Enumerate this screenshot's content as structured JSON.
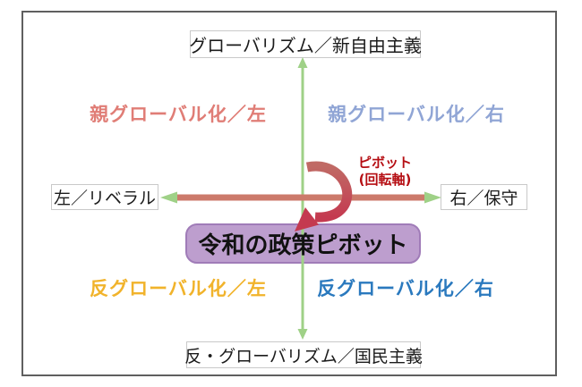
{
  "diagram": {
    "axis_labels": {
      "top": "グローバリズム／新自由主義",
      "bottom": "反・グローバリズム／国民主義",
      "left": "左／リベラル",
      "right": "右／保守"
    },
    "quadrants": {
      "top_left": {
        "label": "親グローバル化／左",
        "color": "#e07d76"
      },
      "top_right": {
        "label": "親グローバル化／右",
        "color": "#90a5d5"
      },
      "bottom_left": {
        "label": "反グローバル化／左",
        "color": "#f1b32b"
      },
      "bottom_right": {
        "label": "反グローバル化／右",
        "color": "#2a79be"
      }
    },
    "pivot": {
      "annotation_line1": "ピボット",
      "annotation_line2": "(回転軸)",
      "annotation_color": "#b50d12",
      "center_label": "令和の政策ピボット",
      "center_box_fill": "#bd9ece"
    },
    "colors": {
      "vertical_axis": "#9fd187",
      "horizontal_axis": "#cc7a6b",
      "arrow_head": "#c43a50",
      "frame_border": "#5f5f5f"
    }
  }
}
